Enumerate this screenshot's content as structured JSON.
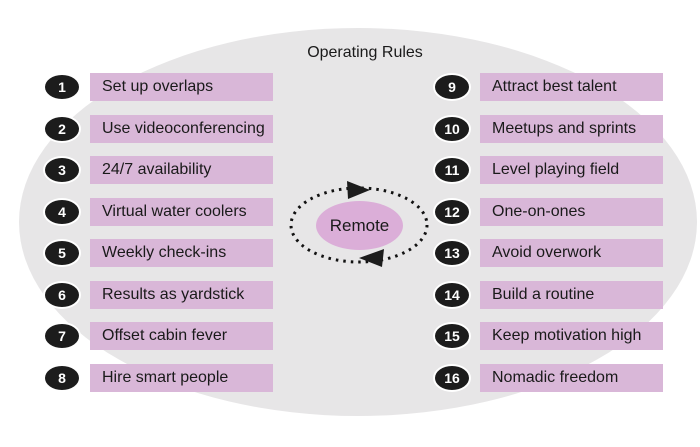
{
  "title": "Operating Rules",
  "center": {
    "label": "Remote"
  },
  "colors": {
    "ellipse_gray": "#e7e6e7",
    "bar_pink": "#d9b7d8",
    "center_pink": "#dbaed8",
    "badge_black": "#1c1c1c",
    "text": "#1a1a1a"
  },
  "left_items": [
    {
      "number": "1",
      "label": "Set up overlaps"
    },
    {
      "number": "2",
      "label": "Use videoconferencing"
    },
    {
      "number": "3",
      "label": "24/7 availability"
    },
    {
      "number": "4",
      "label": "Virtual water coolers"
    },
    {
      "number": "5",
      "label": "Weekly check-ins"
    },
    {
      "number": "6",
      "label": "Results as yardstick"
    },
    {
      "number": "7",
      "label": "Offset cabin fever"
    },
    {
      "number": "8",
      "label": "Hire smart people"
    }
  ],
  "right_items": [
    {
      "number": "9",
      "label": "Attract best talent"
    },
    {
      "number": "10",
      "label": "Meetups and sprints"
    },
    {
      "number": "11",
      "label": "Level playing field"
    },
    {
      "number": "12",
      "label": "One-on-ones"
    },
    {
      "number": "13",
      "label": "Avoid overwork"
    },
    {
      "number": "14",
      "label": "Build a routine"
    },
    {
      "number": "15",
      "label": "Keep motivation high"
    },
    {
      "number": "16",
      "label": "Nomadic freedom"
    }
  ]
}
